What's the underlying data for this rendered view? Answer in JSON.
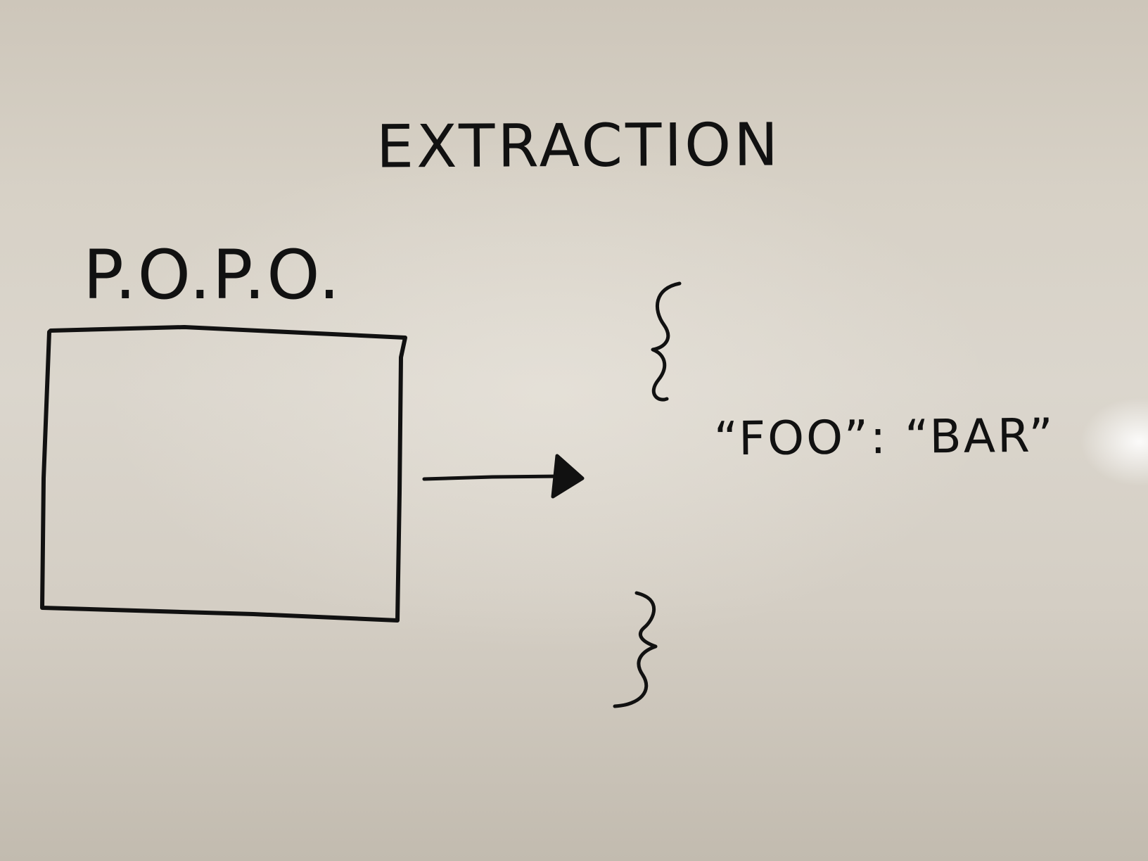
{
  "whiteboard": {
    "title": "EXTRACTION",
    "box_label": "P.O.P.O.",
    "key_value_pair": "“FOO”: “BAR”",
    "ink_color": "#111111",
    "board_color": "#d6d0c6"
  }
}
